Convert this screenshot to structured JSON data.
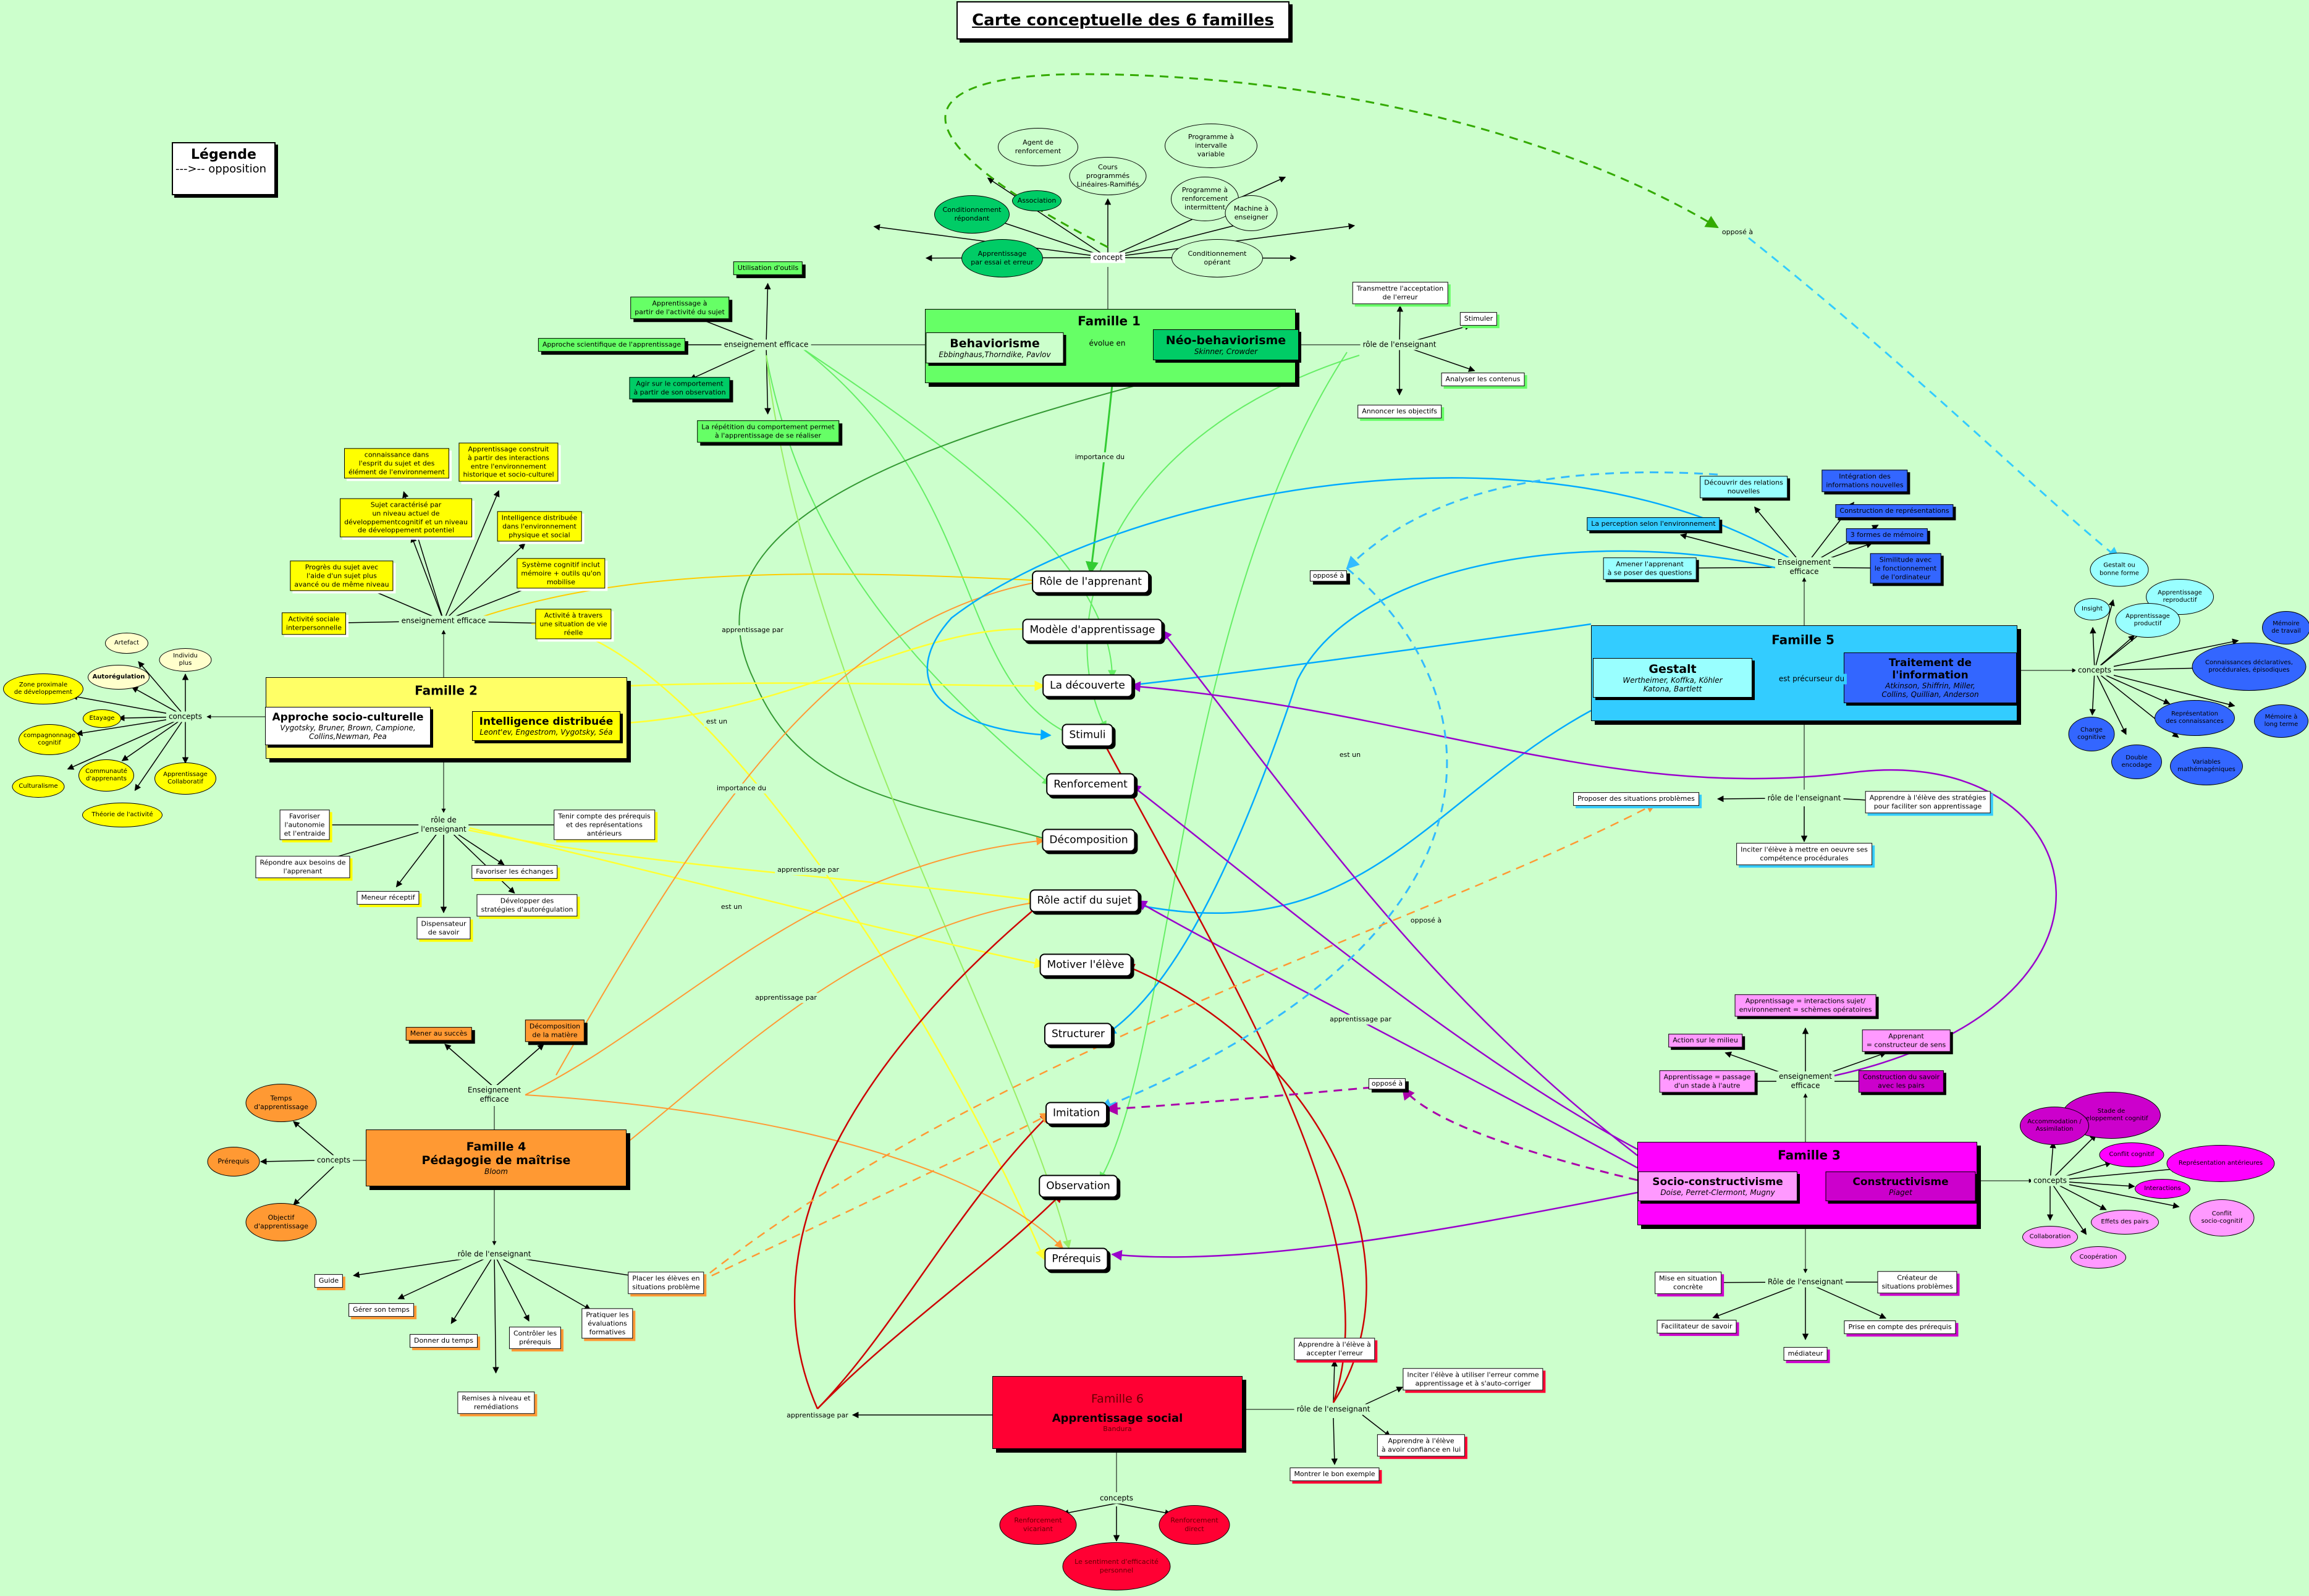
{
  "title": "Carte conceptuelle des 6 familles",
  "legend": {
    "title": "Légende",
    "item": "--->--  opposition"
  },
  "central_nodes": {
    "role_apprenant": "Rôle de l'apprenant",
    "modele": "Modèle d'apprentissage",
    "decouverte": "La découverte",
    "stimuli": "Stimuli",
    "renforcement": "Renforcement",
    "decomposition": "Décomposition",
    "role_actif": "Rôle actif du sujet",
    "motiver": "Motiver l'élève",
    "structurer": "Structurer",
    "imitation": "Imitation",
    "observation": "Observation",
    "prerequis": "Prérequis"
  },
  "link_labels": {
    "importance_du_1": "importance du",
    "importance_du_2": "importance du",
    "apprentissage_par_1": "apprentissage par",
    "apprentissage_par_2": "apprentissage  par",
    "apprentissage_par_3": "apprentissage par",
    "apprentissage_par_4": "apprentissage par",
    "apprentissage_par_5": "apprentissage par",
    "est_un_1": "est un",
    "est_un_2": "est un",
    "est_un_3": "est un",
    "oppose_1": "opposé à",
    "oppose_2": "opposé à",
    "oppose_3": "opposé à",
    "oppose_4": "opposé à",
    "evolue_en": "évolue en",
    "est_precurseur_du": "est précurseur du"
  },
  "famille1": {
    "title": "Famille 1",
    "sub1_title": "Behaviorisme",
    "sub1_authors": "Ebbinghaus,Thorndike, Pavlov",
    "sub2_title": "Néo-behaviorisme",
    "sub2_authors": "Skinner, Crowder",
    "concept": "concept",
    "concepts": [
      "Agent de\nrenforcement",
      "Cours programmés\nLinéaires-Ramifiés",
      "Programme à intervalle\nvariable",
      "Association",
      "Programme à\nrenforcement\nintermittent",
      "Machine à\nenseigner",
      "Conditionnement\nrépondant",
      "Apprentissage\npar essai et erreur",
      "Conditionnement\nopérant"
    ],
    "ens_label": "enseignement efficace",
    "ens": [
      "Utilisation d'outils",
      "Apprentissage à\npartir de l'activité du sujet",
      "Approche scientifique de l'apprentissage",
      "Agir sur le comportement\nà partir de son observation",
      "La répétition du comportement permet\nà l'apprentissage de se réaliser"
    ],
    "role_label": "rôle de l'enseignant",
    "role": [
      "Transmettre l'acceptation\nde l'erreur",
      "Stimuler",
      "Analyser les contenus",
      "Annoncer les objectifs"
    ]
  },
  "famille2": {
    "title": "Famille 2",
    "sub1_title": "Approche socio-culturelle",
    "sub1_authors": "Vygotsky, Bruner, Brown, Campione,\nCollins,Newman, Pea",
    "sub2_title": "Intelligence distribuée",
    "sub2_authors": "Leont'ev, Engestrom, Vygotsky, Séa",
    "ens_label": "enseignement efficace",
    "ens": [
      "connaissance dans\nl'esprit du sujet et des\nélément de l'environnement",
      "Apprentissage construit\nà partir des interactions\nentre l'environnement\nhistorique  et socio-culturel",
      "Sujet caractérisé par\nun niveau actuel de\ndéveloppementcognitif et un niveau\nde développement potentiel",
      "Intelligence distribuée\ndans l'environnement\nphysique et social",
      "Progrès du sujet avec\nl'aide d'un sujet plus\navancé ou de même niveau",
      "Système cognitif inclut\nmémoire + outils qu'on\nmobilise",
      "Activité sociale\ninterpersonnelle",
      "Activité à travers\nune situation de vie\nréelle"
    ],
    "concepts_label": "concepts",
    "concepts": [
      "Artefact",
      "Individu plus",
      "Autorégulation",
      "Zone proximale\nde développement",
      "Etayage",
      "compagnonnage\ncognitif",
      "Communauté\nd'apprenants",
      "Apprentissage\nCollaboratif",
      "Culturalisme",
      "Théorie de l'activité"
    ],
    "role_label": "rôle de\nl'enseignant",
    "role": [
      "Favoriser\nl'autonomie\net l'entraide",
      "Tenir compte des prérequis\net des représentations\nantérieurs",
      "Répondre aux besoins de\nl'apprenant",
      "Favoriser les échanges",
      "Meneur réceptif",
      "Développer des\nstratégies d'autorégulation",
      "Dispensateur\nde savoir"
    ]
  },
  "famille3": {
    "title": "Famille 3",
    "sub1_title": "Socio-constructivisme",
    "sub1_authors": "Doise, Perret-Clermont, Mugny",
    "sub2_title": "Constructivisme",
    "sub2_authors": "Piaget",
    "ens_label": "enseignement\nefficace",
    "ens": [
      "Apprentissage = interactions sujet/\nenvironnement = schèmes opératoires",
      "Action sur le milieu",
      "Apprenant\n= constructeur de sens",
      "Apprentissage = passage\nd'un stade à l'autre",
      "Construction du savoir\navec les pairs"
    ],
    "concepts_label": "concepts",
    "concepts": [
      "Stade de\ndéveloppement cognitif",
      "Accommodation /\nAssimilation",
      "Conflit cognitif",
      "Représentation antérieures",
      "Interactions",
      "Conflit\nsocio-cognitif",
      "Effets des pairs",
      "Collaboration",
      "Coopération"
    ],
    "role_label": "Rôle de l'enseignant",
    "role": [
      "Mise en situation\nconcrète",
      "Créateur de\nsituations problèmes",
      "Facilitateur de savoir",
      "Prise en compte des prérequis",
      "médiateur"
    ]
  },
  "famille4": {
    "title": "Famille 4",
    "sub_title": "Pédagogie de maîtrise",
    "sub_authors": "Bloom",
    "ens_label": "Enseignement\nefficace",
    "ens": [
      "Mener au succès",
      "Décomposition\nde la matière"
    ],
    "concepts_label": "concepts",
    "concepts": [
      "Temps\nd'apprentissage",
      "Prérequis",
      "Objectif\nd'apprentissage"
    ],
    "role_label": "rôle de l'enseignant",
    "role": [
      "Guide",
      "Placer les élèves en\nsituations problème",
      "Gérer son temps",
      "Pratiquer les\névaluations\nformatives",
      "Donner du temps",
      "Contrôler les\nprérequis",
      "Remises à niveau et\nremédiations"
    ]
  },
  "famille5": {
    "title": "Famille 5",
    "sub1_title": "Gestalt",
    "sub1_authors": "Wertheimer, Koffka, Köhler\nKatona, Bartlett",
    "sub2_title": "Traitement de l'information",
    "sub2_authors": "Atkinson, Shiffrin, Miller,\nCollins, Quillian, Anderson",
    "ens_label": "Enseignement\nefficace",
    "ens": [
      "Découvrir des relations\nnouvelles",
      "Intégration des\ninformations nouvelles",
      "Construction de représentations",
      "La perception selon l'environnement",
      "3 formes de mémoire",
      "Amener l'apprenant\nà se poser des questions",
      "Similitude avec\nle fonctionnement\nde l'ordinateur"
    ],
    "concepts_label": "concepts",
    "concepts": [
      "Gestalt ou\nbonne forme",
      "Insight",
      "Apprentissage\nreproductif",
      "Apprentissage\nproductif",
      "Mémoire\nde travail",
      "Connaissances déclaratives,\nprocédurales, épisodiques",
      "Représentation\ndes connaissances",
      "Mémoire à\nlong terme",
      "Charge\ncognitive",
      "Double\nencodage",
      "Variables\nmathémagéniques"
    ],
    "role_label": "rôle de l'enseignant",
    "role": [
      "Proposer des situations problèmes",
      "Apprendre à l'élève des stratégies\npour faciliter son apprentissage",
      "Inciter l'élève à mettre en oeuvre ses\ncompétence procédurales"
    ]
  },
  "famille6": {
    "title": "Famille 6",
    "sub_title": "Apprentissage social",
    "sub_authors": "Bandura",
    "role_label": "rôle de l'enseignant",
    "role": [
      "Apprendre à l'élève à\naccepter l'erreur",
      "Inciter l'élève à utiliser l'erreur comme\napprentissage et à s'auto-corriger",
      "Apprendre à l'élève\nà avoir confiance en lui",
      "Montrer le bon exemple"
    ],
    "concepts_label": "concepts",
    "concepts": [
      "Renforcement\nvicariant",
      "Renforcement\ndirect",
      "Le sentiment d'efficacité\npersonnel"
    ]
  }
}
